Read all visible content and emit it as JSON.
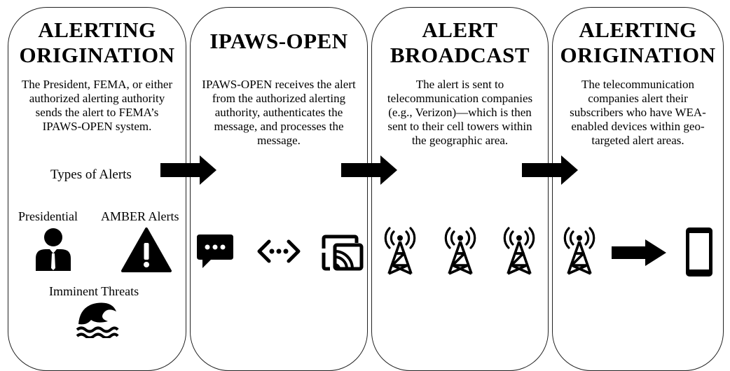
{
  "panels": [
    {
      "title_line1": "ALERTING",
      "title_line2": "ORIGINATION",
      "text": "The President, FEMA, or either authorized alerting authority sends the alert to FEMA’s IPAWS-OPEN system.",
      "types_label": "Types of Alerts",
      "alert_types": [
        "Presidential",
        "AMBER Alerts",
        "Imminent Threats"
      ]
    },
    {
      "title_line1": "IPAWS-OPEN",
      "text": "IPAWS-OPEN receives the alert from the authorized alerting authority, authenticates the message, and processes the message."
    },
    {
      "title_line1": "ALERT",
      "title_line2": "BROADCAST",
      "text": "The alert is sent to telecommunication companies (e.g., Verizon)—which is then sent to their cell towers within the geographic area."
    },
    {
      "title_line1": "ALERTING",
      "title_line2": "ORIGINATION",
      "text": "The telecommunication companies alert their subscribers who have WEA-enabled devices within geo-targeted alert areas."
    }
  ],
  "icons": [
    "person-icon",
    "warning-icon",
    "wave-icon",
    "chat-bubble-icon",
    "code-arrows-icon",
    "cast-screen-icon",
    "cell-tower-icon",
    "phone-icon"
  ],
  "colors": {
    "ink": "#000000",
    "border": "#222222",
    "background": "#ffffff"
  }
}
